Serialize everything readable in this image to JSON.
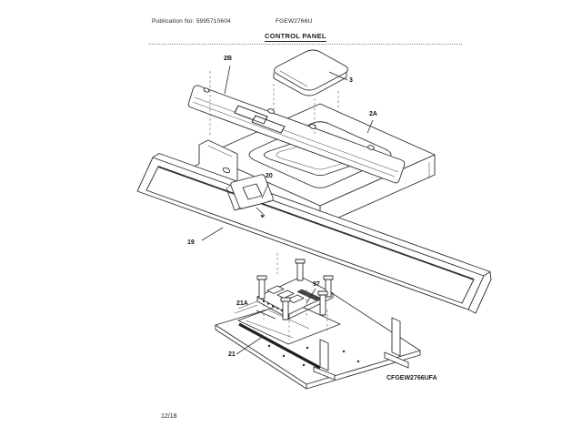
{
  "header": {
    "publication_no": "Publication No: 5995710604",
    "model": "FGEW2766U",
    "title": "CONTROL PANEL"
  },
  "footer": {
    "diagram_code": "CFGEW2766UFA",
    "page_number": "12/18"
  },
  "diagram": {
    "type": "exploded-parts-diagram",
    "line_color": "#2e2e2e",
    "callouts": [
      {
        "label": "2B"
      },
      {
        "label": "3"
      },
      {
        "label": "2A"
      },
      {
        "label": "20"
      },
      {
        "label": "19"
      },
      {
        "label": "97"
      },
      {
        "label": "21A"
      },
      {
        "label": "21"
      }
    ]
  }
}
